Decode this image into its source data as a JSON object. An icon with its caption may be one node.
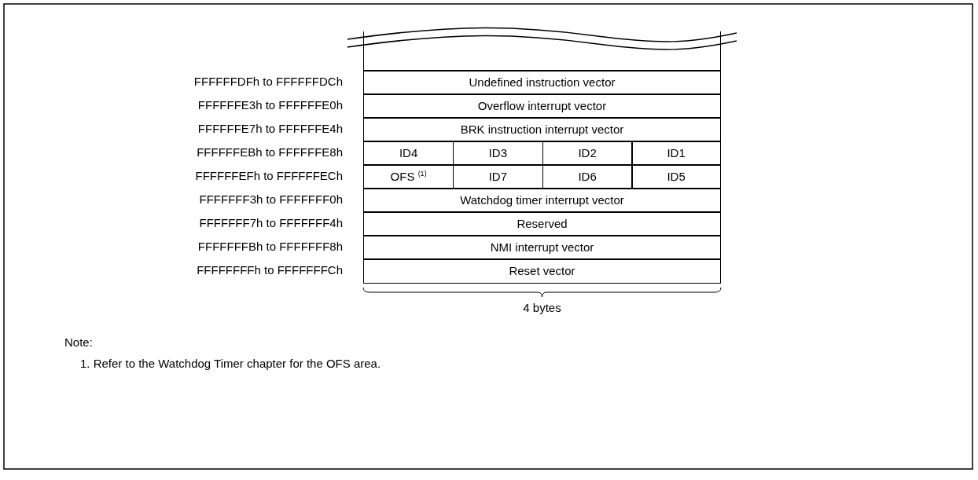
{
  "diagram": {
    "nodes": [
      {
        "text": [],
        "shape": "box"
      },
      {
        "text": [
          "Undefined instruction vector"
        ]
      },
      {
        "text": [
          "Overflow interrupt vector"
        ]
      },
      {
        "text": [
          "BRK instruction interrupt vector"
        ]
      },
      {
        "text": [
          "ID4"
        ]
      },
      {
        "text": [
          "ID3"
        ]
      },
      {
        "text": [
          "ID2"
        ]
      },
      {
        "text": [
          "ID1"
        ]
      },
      {
        "text": [
          "OFS $^{(1)}$"
        ]
      },
      {
        "text": [
          "ID7"
        ]
      },
      {
        "text": [
          "ID6"
        ]
      },
      {
        "text": [
          "ID5"
        ]
      },
      {
        "text": [
          "Watchdog timer interrupt vector"
        ]
      },
      {
        "text": [
          "Reserved"
        ]
      },
      {
        "text": [
          "NMI interrupt vector"
        ]
      },
      {
        "text": [
          "Reset vector"
        ]
      }
    ],
    "edges": [],
    "labels": [
      "FFFFFFDFh to FFFFFFDCh",
      "FFFFFFE3h to FFFFFFE0h",
      "FFFFFFE7h to FFFFFFE4h",
      "FFFFFFEBh to FFFFFFE8h",
      "FFFFFFEFh to FFFFFFECh",
      "FFFFFFF3h to FFFFFFF0h",
      "FFFFFFF7h to FFFFFFF4h",
      "FFFFFFFBh to FFFFFFF8h",
      "FFFFFFFFh to FFFFFFFCh",
      "4 bytes",
      "Note:",
      "1. Refer to the Watchdog Timer chapter for the OFS area."
    ]
  }
}
